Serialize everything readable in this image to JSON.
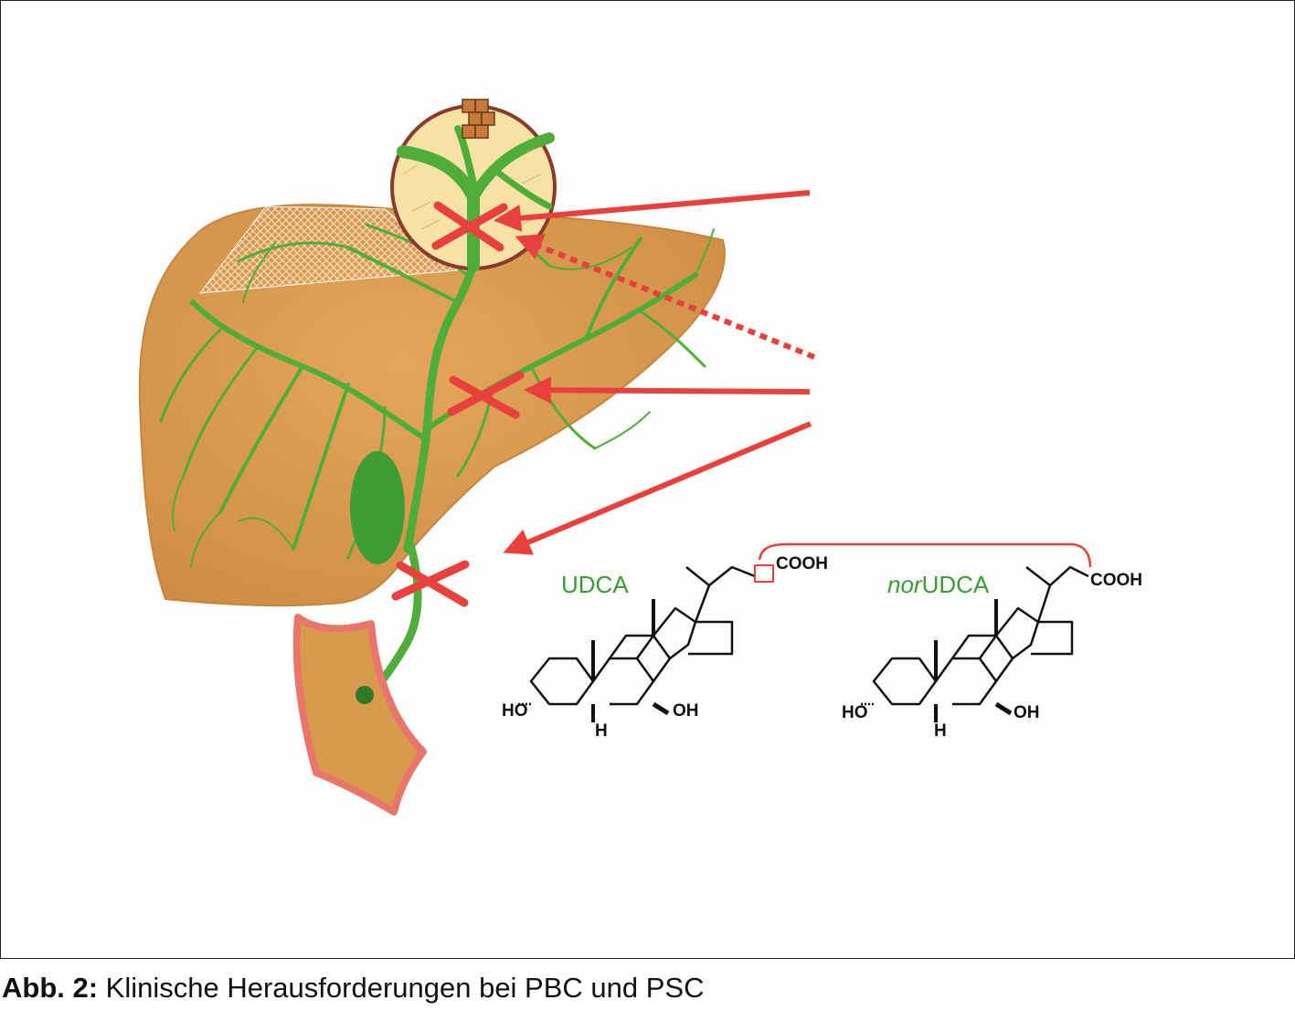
{
  "figure": {
    "caption_label": "Abb. 2:",
    "caption_text": " Klinische Herausforderungen bei PBC und PSC"
  },
  "molecules": {
    "udca": {
      "name": "UDCA",
      "cooh": "COOH",
      "ho": "HO",
      "oh": "OH",
      "h": "H"
    },
    "norudca": {
      "name_prefix": "nor",
      "name_suffix": "UDCA",
      "cooh": "COOH",
      "ho": "HO",
      "oh": "OH",
      "h": "H"
    }
  },
  "colors": {
    "liver": "#d99a4d",
    "bile_duct": "#4fae3a",
    "arrow": "#e8413d",
    "label_green": "#3a9a3a",
    "intestine_wall": "#e8766a"
  },
  "icons": {
    "blockage_marker": "x-cross-icon",
    "arrow": "arrow-icon"
  }
}
